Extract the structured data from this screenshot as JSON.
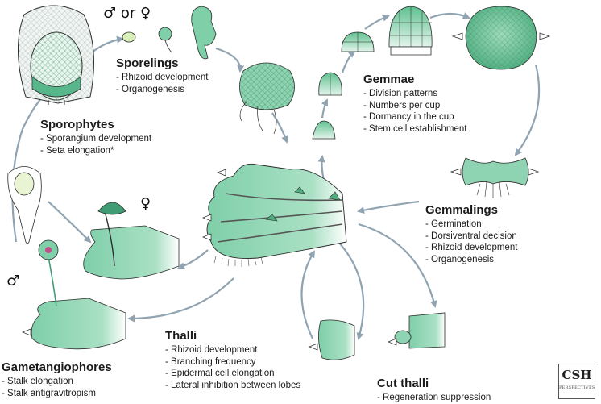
{
  "stages": {
    "sporelings": {
      "title": "Sporelings",
      "items": [
        "- Rhizoid development",
        "- Organogenesis"
      ]
    },
    "sporophytes": {
      "title": "Sporophytes",
      "items": [
        "- Sporangium development",
        "- Seta elongation*"
      ]
    },
    "gemmae": {
      "title": "Gemmae",
      "items": [
        "- Division patterns",
        "- Numbers per cup",
        "- Dormancy in the cup",
        "- Stem cell establishment"
      ]
    },
    "gemmalings": {
      "title": "Gemmalings",
      "items": [
        "- Germination",
        "- Dorsiventral decision",
        "- Rhizoid development",
        "- Organogenesis"
      ]
    },
    "thalli": {
      "title": "Thalli",
      "items": [
        "- Rhizoid development",
        "- Branching frequency",
        "- Epidermal cell elongation",
        "- Lateral inhibition between lobes"
      ]
    },
    "gametangiophores": {
      "title": "Gametangiophores",
      "items": [
        "- Stalk elongation",
        "- Stalk antigravitropism"
      ]
    },
    "cut_thalli": {
      "title": "Cut thalli",
      "items": [
        "- Regeneration suppression"
      ]
    }
  },
  "symbols": {
    "male_or_female": "♂ or ♀",
    "female": "♀",
    "male": "♂"
  },
  "logo": {
    "main": "CSH",
    "sub": "PERSPECTIVES"
  },
  "colors": {
    "tissue_fill": "#8fd4b2",
    "tissue_light": "#d8f2e5",
    "tissue_dark": "#3f9c74",
    "arrow": "#8fa3b1",
    "outline": "#2b2b2b"
  }
}
